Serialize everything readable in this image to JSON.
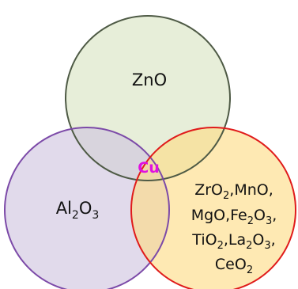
{
  "diagram": {
    "circles": [
      {
        "id": "top",
        "fill": "#d9e3c2",
        "stroke": "#4e5a45",
        "lines": [
          {
            "base": "ZnO"
          }
        ]
      },
      {
        "id": "left",
        "fill": "#cfc3df",
        "stroke": "#7c4aa8",
        "lines": [
          {
            "base": "Al",
            "sub1": "2",
            "mid": "O",
            "sub2": "3"
          }
        ]
      },
      {
        "id": "right",
        "fill": "#fddc84",
        "stroke": "#e01b1b",
        "lines": [
          {
            "a": "ZrO",
            "a_sub": "2",
            "b": ",MnO,"
          },
          {
            "a": "MgO,Fe",
            "a_sub": "2",
            "b": "O",
            "b_sub": "3",
            "c": ","
          },
          {
            "a": "TiO",
            "a_sub": "2",
            "b": ",La",
            "b_sub": "2",
            "c": "O",
            "c_sub": "3",
            "d": ","
          },
          {
            "a": "CeO",
            "a_sub": "2"
          }
        ]
      }
    ],
    "center_label": "Cu",
    "center_color": "#e010e0"
  }
}
